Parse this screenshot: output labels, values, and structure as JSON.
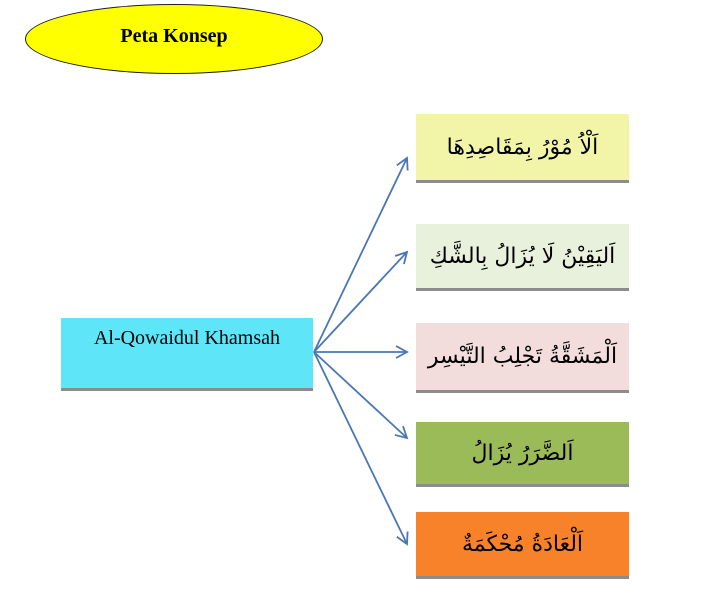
{
  "title": "Peta Konsep",
  "main_concept": "Al-Qowaidul Khamsah",
  "branches": [
    {
      "text": "اَلْاُ مُوْرُ بِمَقَاصِدِهَا",
      "color": "#f2f4a8"
    },
    {
      "text": "اَليَقِيْنُ لَا يُزَالُ بِالشَّكِ",
      "color": "#e8f1dc"
    },
    {
      "text": "اَلْمَشَقَّةُ تَجْلِبُ التَّيْسِر",
      "color": "#f2dcdc"
    },
    {
      "text": "اَلضَّرَرُ يُزَالُ",
      "color": "#9bbb59"
    },
    {
      "text": "اَلْعَادَةُ مُحْكَمَةٌ",
      "color": "#f7822a"
    }
  ],
  "colors": {
    "title_fill": "#ffff00",
    "main_fill": "#5ee5f8",
    "arrow": "#4a77b4"
  }
}
